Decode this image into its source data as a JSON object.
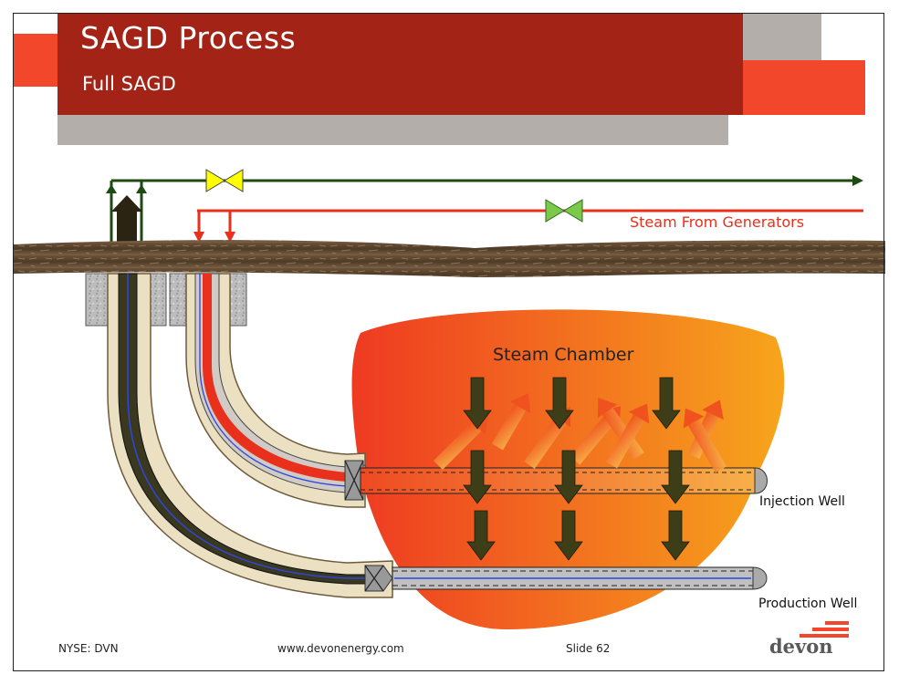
{
  "slide": {
    "title": "SAGD Process",
    "subtitle": "Full SAGD"
  },
  "diagram": {
    "steam_line_label": "Steam From Generators",
    "chamber_label": "Steam Chamber",
    "injection_well_label": "Injection Well",
    "production_well_label": "Production Well"
  },
  "footer": {
    "ticker": "NYSE: DVN",
    "website": "www.devonenergy.com",
    "slide_number": "Slide 62",
    "logo_text": "devon"
  },
  "colors": {
    "title_bar": "#a32316",
    "accent_orange": "#f2472a",
    "gray_block": "#b3aeaa",
    "steam_red": "#e8301d",
    "product_line_green": "#1f4a12",
    "valve_yellow": "#ffff00",
    "valve_green": "#7ac94a",
    "chamber_start": "#ee3a22",
    "chamber_end": "#f7a51c",
    "soil": "#5b4530",
    "casing": "#ece0c2"
  }
}
